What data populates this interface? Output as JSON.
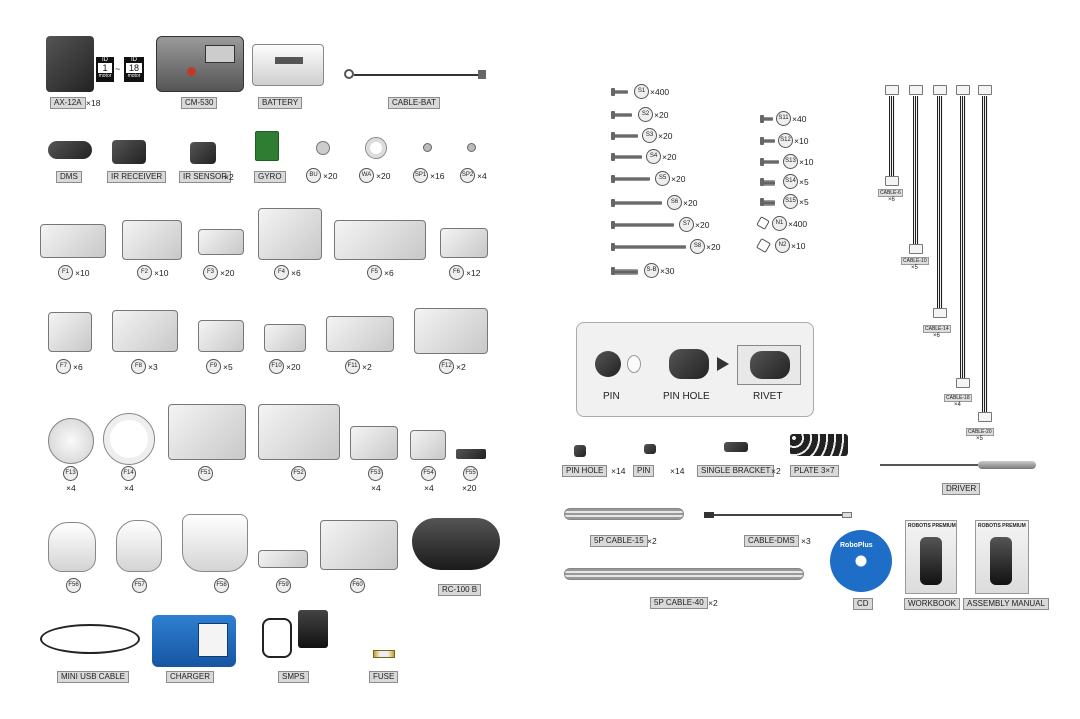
{
  "left": {
    "row1": {
      "servo": {
        "label": "AX-12A",
        "count": "×18"
      },
      "id_tag": {
        "id": "ID",
        "start": "1",
        "end": "18",
        "unit": "motor",
        "sep": "~"
      },
      "controller": {
        "label": "CM-530"
      },
      "battery": {
        "label": "BATTERY"
      },
      "cable_bat": {
        "label": "CABLE-BAT"
      }
    },
    "row2": {
      "dms": {
        "label": "DMS"
      },
      "ir_receiver": {
        "label": "IR RECEIVER"
      },
      "ir_sensor": {
        "label": "IR SENSOR",
        "count": "×2"
      },
      "gyro": {
        "label": "GYRO"
      },
      "bu": {
        "code": "BU",
        "count": "×20"
      },
      "wa": {
        "code": "WA",
        "count": "×20"
      },
      "sp1": {
        "code": "SP1",
        "count": "×16"
      },
      "sp2": {
        "code": "SP2",
        "count": "×4"
      }
    },
    "row3": [
      {
        "code": "F1",
        "count": "×10"
      },
      {
        "code": "F2",
        "count": "×10"
      },
      {
        "code": "F3",
        "count": "×20"
      },
      {
        "code": "F4",
        "count": "×6"
      },
      {
        "code": "F5",
        "count": "×6"
      },
      {
        "code": "F6",
        "count": "×12"
      }
    ],
    "row4": [
      {
        "code": "F7",
        "count": "×6"
      },
      {
        "code": "F8",
        "count": "×3"
      },
      {
        "code": "F9",
        "count": "×5"
      },
      {
        "code": "F10",
        "count": "×20"
      },
      {
        "code": "F11",
        "count": "×2"
      },
      {
        "code": "F12",
        "count": "×2"
      }
    ],
    "row5": [
      {
        "code": "F13",
        "count": "×4"
      },
      {
        "code": "F14",
        "count": "×4"
      },
      {
        "code": "F51",
        "count": ""
      },
      {
        "code": "F52",
        "count": ""
      },
      {
        "code": "F53",
        "count": "×4"
      },
      {
        "code": "F54",
        "count": "×4"
      },
      {
        "code": "F55",
        "count": "×20"
      }
    ],
    "row6": [
      {
        "code": "F56"
      },
      {
        "code": "F57"
      },
      {
        "code": "F58"
      },
      {
        "code": "F59"
      },
      {
        "code": "F60"
      }
    ],
    "rc": {
      "label": "RC-100 B"
    },
    "row7": {
      "usb": {
        "label": "MINI USB CABLE"
      },
      "charger": {
        "label": "CHARGER"
      },
      "smps": {
        "label": "SMPS"
      },
      "fuse": {
        "label": "FUSE"
      }
    }
  },
  "screws_a": [
    {
      "code": "S1",
      "count": "×400"
    },
    {
      "code": "S2",
      "count": "×20"
    },
    {
      "code": "S3",
      "count": "×20"
    },
    {
      "code": "S4",
      "count": "×20"
    },
    {
      "code": "S5",
      "count": "×20"
    },
    {
      "code": "S6",
      "count": "×20"
    },
    {
      "code": "S7",
      "count": "×20"
    },
    {
      "code": "S8",
      "count": "×20"
    },
    {
      "code": "S-B",
      "count": "×30"
    }
  ],
  "screws_b": [
    {
      "code": "S11",
      "count": "×40"
    },
    {
      "code": "S12",
      "count": "×10"
    },
    {
      "code": "S13",
      "count": "×10"
    },
    {
      "code": "S14",
      "count": "×5"
    },
    {
      "code": "S15",
      "count": "×5"
    },
    {
      "code": "N1",
      "count": "×400"
    },
    {
      "code": "N2",
      "count": "×10"
    }
  ],
  "cables": [
    {
      "label": "CABLE-6",
      "count": "×6"
    },
    {
      "label": "CABLE-10",
      "count": "×5"
    },
    {
      "label": "CABLE-14",
      "count": "×6"
    },
    {
      "label": "CABLE-18",
      "count": "×4"
    },
    {
      "label": "CABLE-20",
      "count": "×5"
    }
  ],
  "pin_box": {
    "pin": "PIN",
    "pin_hole": "PIN HOLE",
    "rivet": "RIVET"
  },
  "right_row": {
    "pin_hole": {
      "label": "PIN HOLE",
      "count": "×14"
    },
    "pin": {
      "label": "PIN",
      "count": "×14"
    },
    "single_bracket": {
      "label": "SINGLE BRACKET",
      "count": "×2"
    },
    "plate": {
      "label": "PLATE 3×7"
    }
  },
  "driver": {
    "label": "DRIVER"
  },
  "cable_5p15": {
    "label": "5P CABLE-15",
    "count": "×2"
  },
  "cable_dms": {
    "label": "CABLE-DMS",
    "count": "×3"
  },
  "cable_5p40": {
    "label": "5P CABLE-40",
    "count": "×2"
  },
  "cd": {
    "label": "CD",
    "brand": "RoboPlus"
  },
  "workbook": {
    "label": "WORKBOOK",
    "brand": "ROBOTIS PREMIUM"
  },
  "manual": {
    "label": "ASSEMBLY MANUAL",
    "brand": "ROBOTIS PREMIUM"
  }
}
